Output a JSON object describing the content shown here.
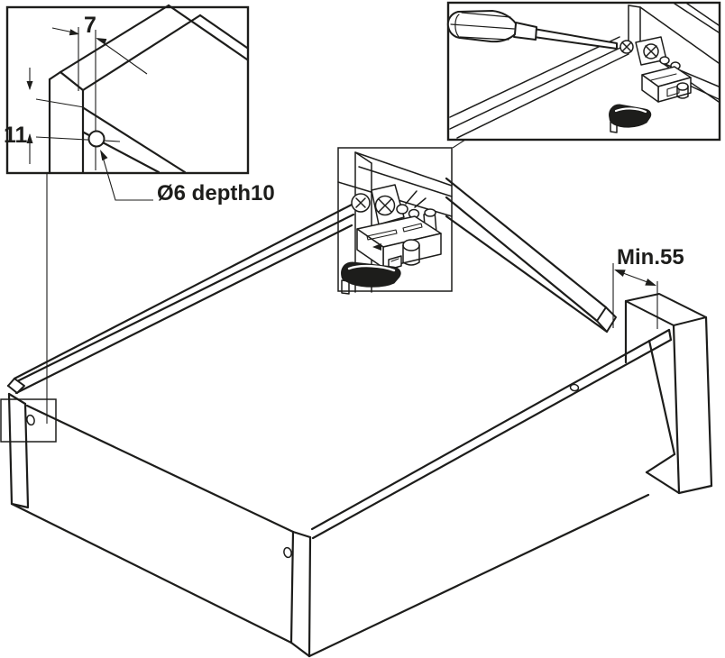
{
  "diagram": {
    "background": "#ffffff",
    "line_color": "#1d1d1b",
    "annotations": {
      "hole_offset_width": "7",
      "hole_offset_height": "11",
      "hole_spec": "Ø6 depth10",
      "min_clearance": "Min.55"
    }
  }
}
